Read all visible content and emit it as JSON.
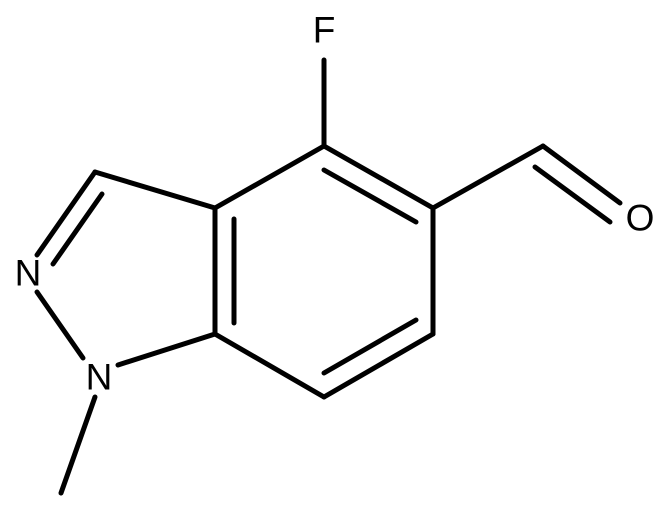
{
  "structure": {
    "atoms": {
      "fluorine": "F",
      "oxygen": "O",
      "n2": "N",
      "n1": "N"
    }
  }
}
